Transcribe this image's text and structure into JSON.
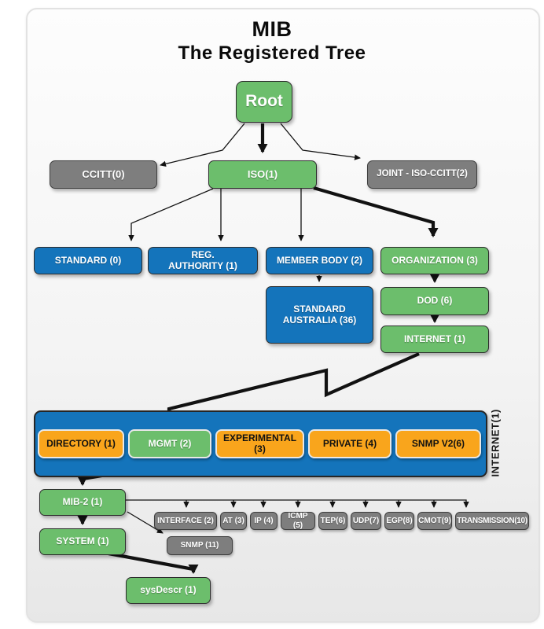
{
  "title": {
    "line1": "MIB",
    "line2": "The Registered Tree"
  },
  "colors": {
    "node_green": "#6cbe6c",
    "node_blue": "#1474bb",
    "node_gray": "#7e7e7e",
    "node_orange": "#f9a51c",
    "connector": "#121212",
    "card_background_top": "#fdfdfd",
    "card_background_bottom": "#e7e7e7"
  },
  "nodes": {
    "root": {
      "label": "Root"
    },
    "ccitt": {
      "label": "CCITT(0)"
    },
    "iso": {
      "label": "ISO(1)"
    },
    "joint": {
      "label": "JOINT - ISO-CCITT(2)"
    },
    "standard": {
      "label": "STANDARD (0)"
    },
    "reg_authority": {
      "line1": "REG.",
      "line2": "AUTHORITY (1)"
    },
    "member_body": {
      "label": "MEMBER BODY (2)"
    },
    "organization": {
      "label": "ORGANIZATION (3)"
    },
    "standard_australia": {
      "line1": "STANDARD",
      "line2": "AUSTRALIA (36)"
    },
    "dod": {
      "label": "DOD (6)"
    },
    "internet": {
      "label": "INTERNET (1)"
    },
    "directory": {
      "label": "DIRECTORY (1)"
    },
    "mgmt": {
      "label": "MGMT (2)"
    },
    "experimental": {
      "label": "EXPERIMENTAL (3)"
    },
    "private": {
      "label": "PRIVATE (4)"
    },
    "snmp_v2": {
      "label": "SNMP V2(6)"
    },
    "internet_bar": {
      "label": "INTERNET(1)"
    },
    "mib2": {
      "label": "MIB-2 (1)"
    },
    "system": {
      "label": "SYSTEM (1)"
    },
    "sysdescr": {
      "label": "sysDescr (1)"
    },
    "snmp11": {
      "label": "SNMP (11)"
    },
    "interface": {
      "label": "INTERFACE (2)"
    },
    "at": {
      "label": "AT (3)"
    },
    "ip": {
      "label": "IP (4)"
    },
    "icmp": {
      "label": "ICMP (5)"
    },
    "tep": {
      "label": "TEP(6)"
    },
    "udp": {
      "label": "UDP(7)"
    },
    "egp": {
      "label": "EGP(8)"
    },
    "cmot": {
      "label": "CMOT(9)"
    },
    "transmission": {
      "label": "TRANSMISSION(10)"
    }
  }
}
